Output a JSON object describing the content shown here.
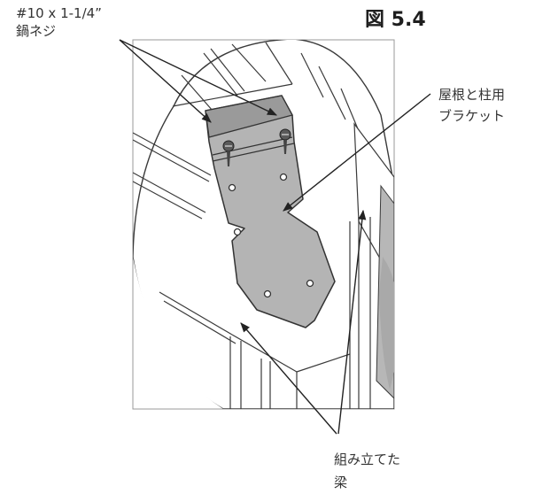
{
  "figure": {
    "title": "図 5.4"
  },
  "labels": {
    "screw_line1": "#10 x 1-1/4”",
    "screw_line2": "鍋ネジ",
    "bracket_line1": "屋根と柱用",
    "bracket_line2": "ブラケット",
    "beam_line1": "組み立てた",
    "beam_line2": "梁"
  }
}
